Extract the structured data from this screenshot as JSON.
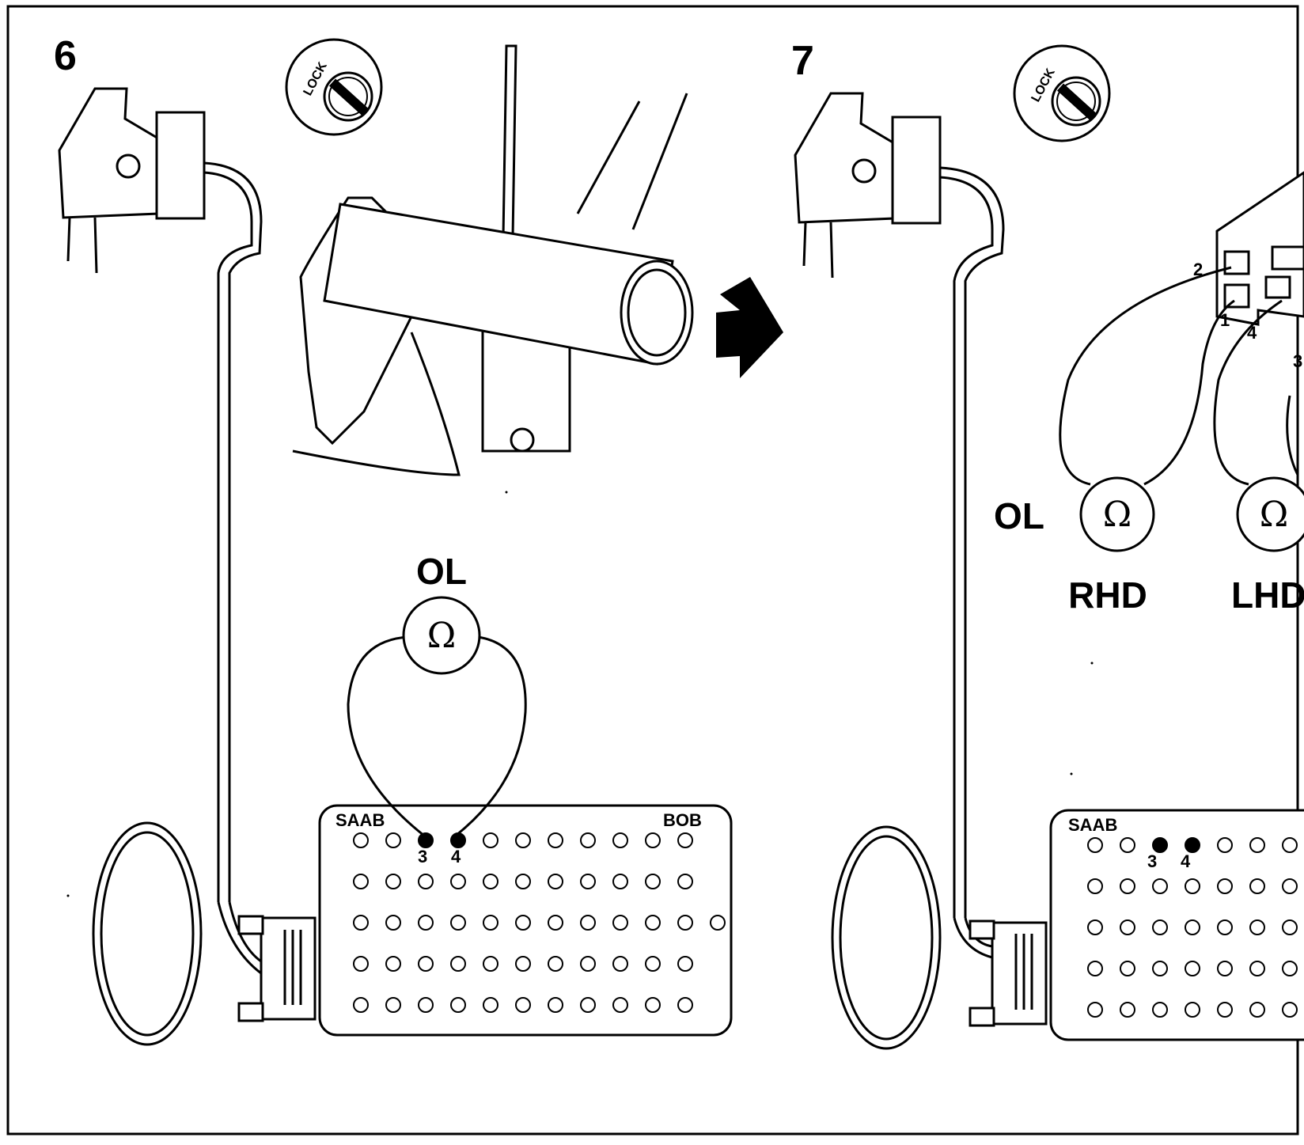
{
  "step6": {
    "number": "6",
    "lock_label": "LOCK",
    "meter": {
      "reading": "OL",
      "symbol": "Ω"
    },
    "breakout_box": {
      "brand": "SAAB",
      "name": "BOB",
      "pins": [
        "3",
        "4"
      ]
    }
  },
  "step7": {
    "number": "7",
    "lock_label": "LOCK",
    "connector_pins": [
      "2",
      "1",
      "4",
      "3"
    ],
    "meters": [
      {
        "reading": "OL",
        "symbol": "Ω",
        "label": "RHD"
      },
      {
        "symbol": "Ω",
        "label": "LHD"
      }
    ],
    "breakout_box": {
      "brand": "SAAB",
      "pins": [
        "3",
        "4"
      ]
    }
  }
}
